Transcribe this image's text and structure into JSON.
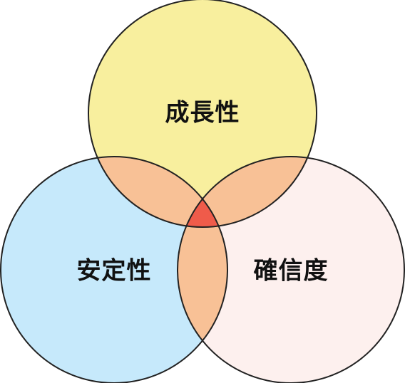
{
  "diagram": {
    "type": "venn",
    "sets": [
      {
        "id": "top",
        "label": "成長性",
        "color": "#f8ef9e"
      },
      {
        "id": "left",
        "label": "安定性",
        "color": "#c6e9fb"
      },
      {
        "id": "right",
        "label": "確信度",
        "color": "#fdf0ee"
      }
    ],
    "overlap_colors": {
      "pair": "#f8c196",
      "triple": "#ef5b4a"
    },
    "outline_color": "#222222"
  }
}
